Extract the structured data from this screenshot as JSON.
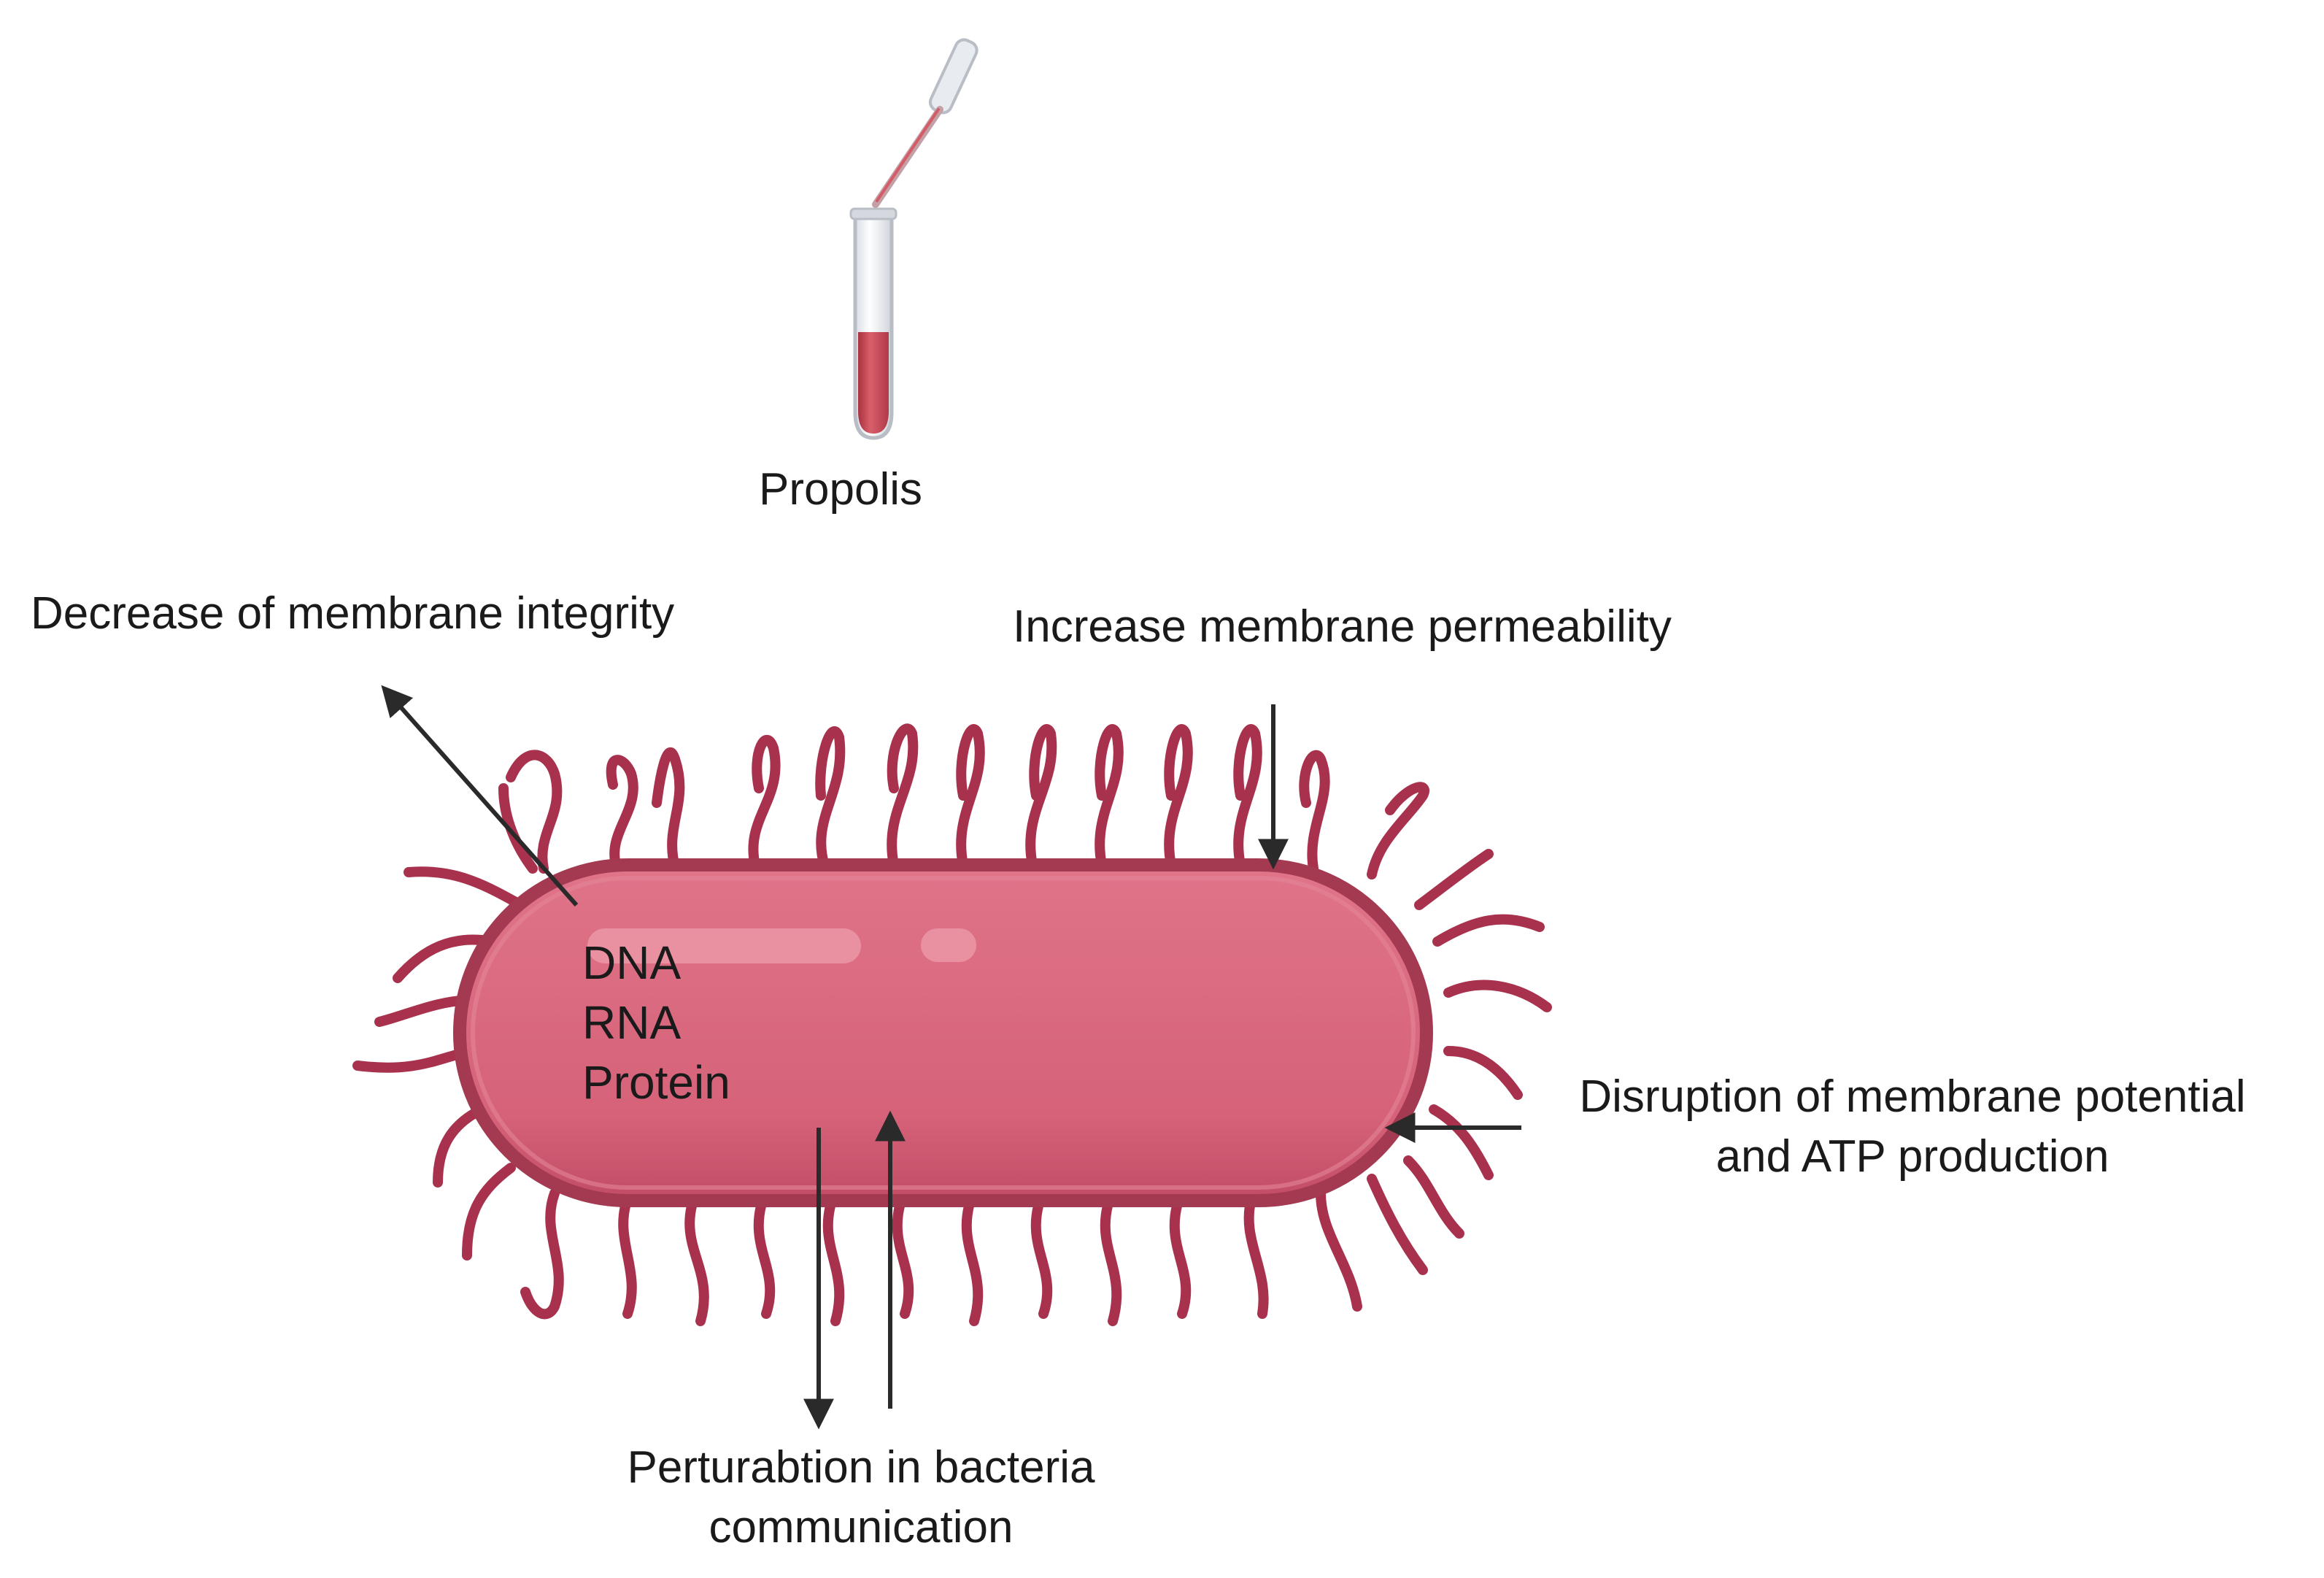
{
  "labels": {
    "propolis": "Propolis",
    "decrease_integrity": "Decrease of membrane integrity",
    "increase_permeability": "Increase membrane permeability",
    "disruption_line1": "Disruption of membrane potential",
    "disruption_line2": "and ATP production",
    "perturbation_line1": "Perturabtion in bacteria",
    "perturbation_line2": "communication"
  },
  "cell_contents": [
    "DNA",
    "RNA",
    "Protein"
  ],
  "colors": {
    "cell_fill": "#d86a7e",
    "cell_outline": "#a33a52",
    "flagella": "#a8324d",
    "arrow": "#2a2a2a",
    "liquid": "#c84553"
  },
  "icons": [
    "test-tube-icon",
    "pipette-icon",
    "bacterium-icon"
  ]
}
